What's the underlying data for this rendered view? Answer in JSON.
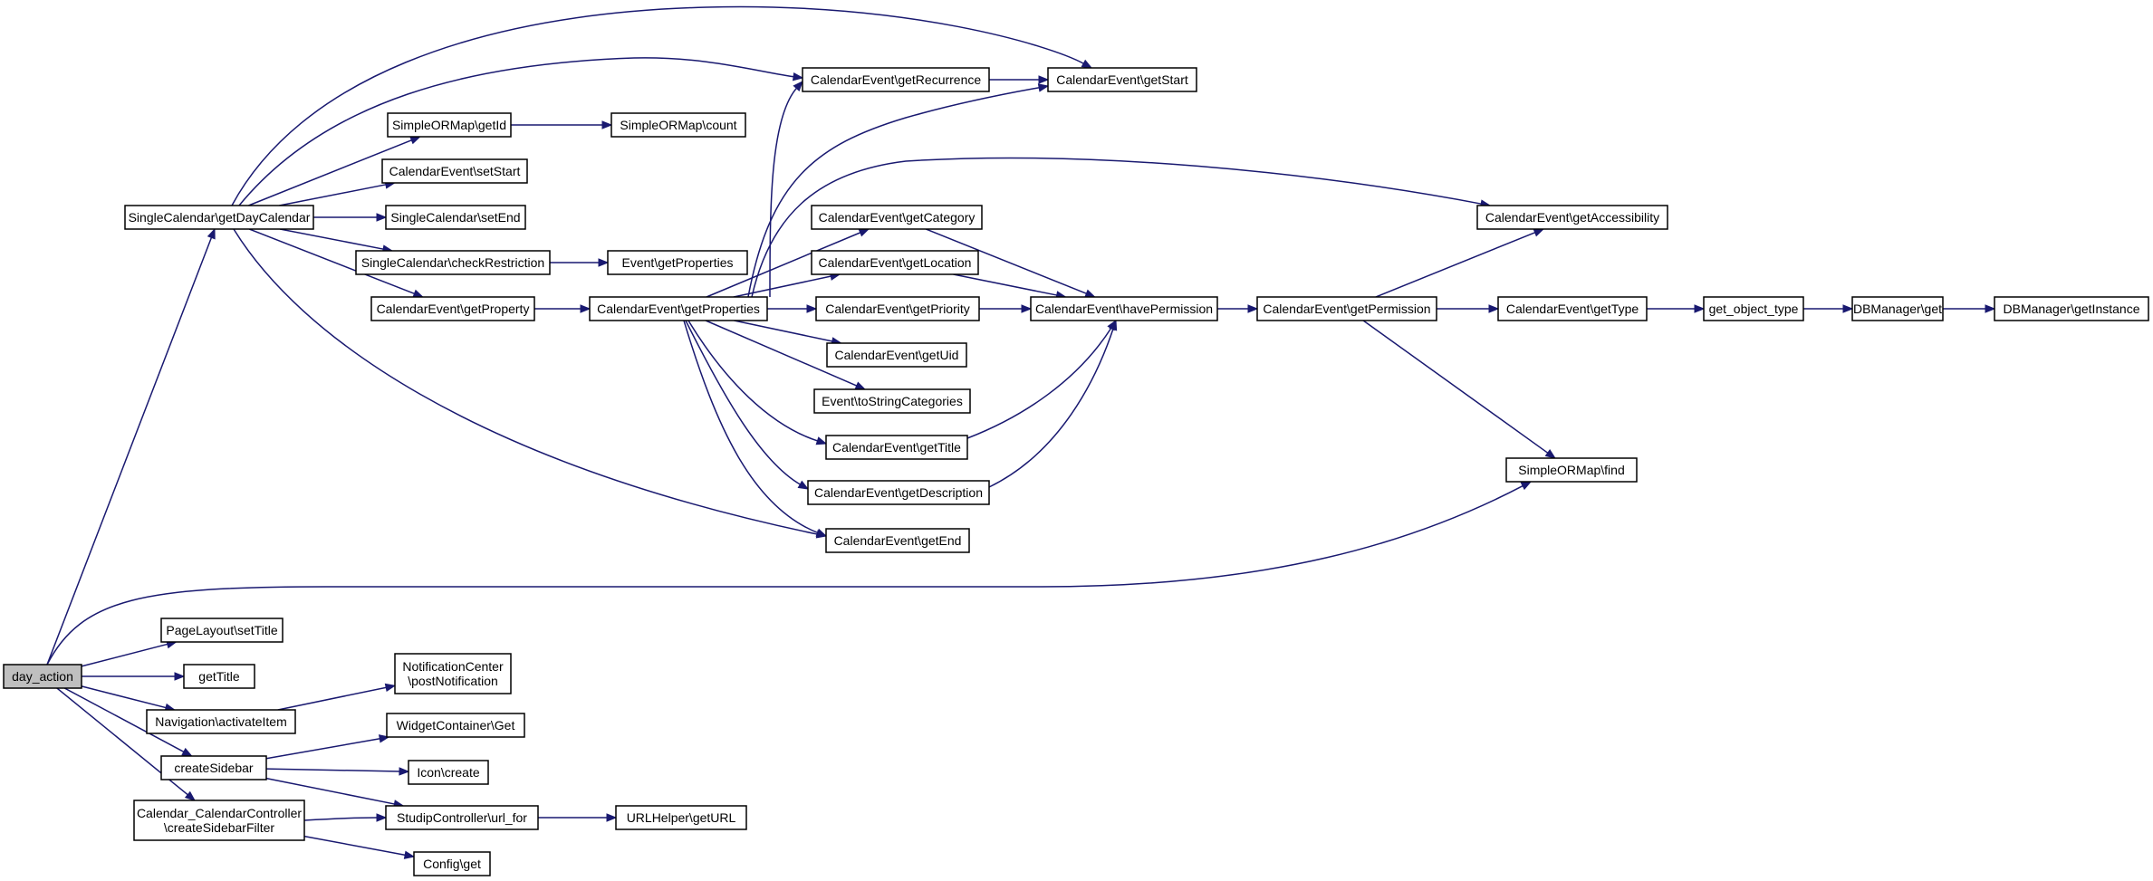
{
  "graph": {
    "nodes": [
      {
        "id": "day_action",
        "lines": [
          "day_action"
        ],
        "root": true
      },
      {
        "id": "getDayCalendar",
        "lines": [
          "SingleCalendar\\getDayCalendar"
        ]
      },
      {
        "id": "setTitle",
        "lines": [
          "PageLayout\\setTitle"
        ]
      },
      {
        "id": "getTitleG",
        "lines": [
          "getTitle"
        ]
      },
      {
        "id": "activateItem",
        "lines": [
          "Navigation\\activateItem"
        ]
      },
      {
        "id": "createSidebar",
        "lines": [
          "createSidebar"
        ]
      },
      {
        "id": "createSidebarFilter",
        "lines": [
          "Calendar_CalendarController",
          "\\createSidebarFilter"
        ]
      },
      {
        "id": "smGetId",
        "lines": [
          "SimpleORMap\\getId"
        ]
      },
      {
        "id": "ceSetStart",
        "lines": [
          "CalendarEvent\\setStart"
        ]
      },
      {
        "id": "scSetEnd",
        "lines": [
          "SingleCalendar\\setEnd"
        ]
      },
      {
        "id": "checkRestriction",
        "lines": [
          "SingleCalendar\\checkRestriction"
        ]
      },
      {
        "id": "getProperty",
        "lines": [
          "CalendarEvent\\getProperty"
        ]
      },
      {
        "id": "postNotification",
        "lines": [
          "NotificationCenter",
          "\\postNotification"
        ]
      },
      {
        "id": "widgetGet",
        "lines": [
          "WidgetContainer\\Get"
        ]
      },
      {
        "id": "iconCreate",
        "lines": [
          "Icon\\create"
        ]
      },
      {
        "id": "urlFor",
        "lines": [
          "StudipController\\url_for"
        ]
      },
      {
        "id": "configGet",
        "lines": [
          "Config\\get"
        ]
      },
      {
        "id": "smCount",
        "lines": [
          "SimpleORMap\\count"
        ]
      },
      {
        "id": "evGetProperties",
        "lines": [
          "Event\\getProperties"
        ]
      },
      {
        "id": "ceGetProperties",
        "lines": [
          "CalendarEvent\\getProperties"
        ]
      },
      {
        "id": "getURL",
        "lines": [
          "URLHelper\\getURL"
        ]
      },
      {
        "id": "getRecurrence",
        "lines": [
          "CalendarEvent\\getRecurrence"
        ]
      },
      {
        "id": "getCategory",
        "lines": [
          "CalendarEvent\\getCategory"
        ]
      },
      {
        "id": "getLocation",
        "lines": [
          "CalendarEvent\\getLocation"
        ]
      },
      {
        "id": "getPriority",
        "lines": [
          "CalendarEvent\\getPriority"
        ]
      },
      {
        "id": "getUid",
        "lines": [
          "CalendarEvent\\getUid"
        ]
      },
      {
        "id": "toStringCategories",
        "lines": [
          "Event\\toStringCategories"
        ]
      },
      {
        "id": "ceGetTitle",
        "lines": [
          "CalendarEvent\\getTitle"
        ]
      },
      {
        "id": "getDescription",
        "lines": [
          "CalendarEvent\\getDescription"
        ]
      },
      {
        "id": "getEnd",
        "lines": [
          "CalendarEvent\\getEnd"
        ]
      },
      {
        "id": "getStart",
        "lines": [
          "CalendarEvent\\getStart"
        ]
      },
      {
        "id": "havePermission",
        "lines": [
          "CalendarEvent\\havePermission"
        ]
      },
      {
        "id": "getPermission",
        "lines": [
          "CalendarEvent\\getPermission"
        ]
      },
      {
        "id": "getAccessibility",
        "lines": [
          "CalendarEvent\\getAccessibility"
        ]
      },
      {
        "id": "getType",
        "lines": [
          "CalendarEvent\\getType"
        ]
      },
      {
        "id": "smFind",
        "lines": [
          "SimpleORMap\\find"
        ]
      },
      {
        "id": "getObjectType",
        "lines": [
          "get_object_type"
        ]
      },
      {
        "id": "dbGet",
        "lines": [
          "DBManager\\get"
        ]
      },
      {
        "id": "dbGetInstance",
        "lines": [
          "DBManager\\getInstance"
        ]
      }
    ],
    "edges": [
      [
        "day_action",
        "getDayCalendar"
      ],
      [
        "day_action",
        "smFind"
      ],
      [
        "day_action",
        "setTitle"
      ],
      [
        "day_action",
        "getTitleG"
      ],
      [
        "day_action",
        "activateItem"
      ],
      [
        "day_action",
        "createSidebar"
      ],
      [
        "day_action",
        "createSidebarFilter"
      ],
      [
        "getDayCalendar",
        "getStart"
      ],
      [
        "getDayCalendar",
        "getRecurrence"
      ],
      [
        "getDayCalendar",
        "smGetId"
      ],
      [
        "getDayCalendar",
        "ceSetStart"
      ],
      [
        "getDayCalendar",
        "scSetEnd"
      ],
      [
        "getDayCalendar",
        "checkRestriction"
      ],
      [
        "getDayCalendar",
        "getProperty"
      ],
      [
        "getDayCalendar",
        "getEnd"
      ],
      [
        "smGetId",
        "smCount"
      ],
      [
        "checkRestriction",
        "evGetProperties"
      ],
      [
        "getProperty",
        "ceGetProperties"
      ],
      [
        "ceGetProperties",
        "getRecurrence"
      ],
      [
        "ceGetProperties",
        "getStart"
      ],
      [
        "ceGetProperties",
        "getAccessibility"
      ],
      [
        "ceGetProperties",
        "getCategory"
      ],
      [
        "ceGetProperties",
        "getLocation"
      ],
      [
        "ceGetProperties",
        "getPriority"
      ],
      [
        "ceGetProperties",
        "getUid"
      ],
      [
        "ceGetProperties",
        "toStringCategories"
      ],
      [
        "ceGetProperties",
        "ceGetTitle"
      ],
      [
        "ceGetProperties",
        "getDescription"
      ],
      [
        "ceGetProperties",
        "getEnd"
      ],
      [
        "getRecurrence",
        "getStart"
      ],
      [
        "getCategory",
        "havePermission"
      ],
      [
        "getLocation",
        "havePermission"
      ],
      [
        "getPriority",
        "havePermission"
      ],
      [
        "ceGetTitle",
        "havePermission"
      ],
      [
        "getDescription",
        "havePermission"
      ],
      [
        "havePermission",
        "getPermission"
      ],
      [
        "getPermission",
        "getAccessibility"
      ],
      [
        "getPermission",
        "getType"
      ],
      [
        "getPermission",
        "smFind"
      ],
      [
        "getType",
        "getObjectType"
      ],
      [
        "getObjectType",
        "dbGet"
      ],
      [
        "dbGet",
        "dbGetInstance"
      ],
      [
        "activateItem",
        "postNotification"
      ],
      [
        "createSidebar",
        "widgetGet"
      ],
      [
        "createSidebar",
        "iconCreate"
      ],
      [
        "createSidebar",
        "urlFor"
      ],
      [
        "createSidebarFilter",
        "urlFor"
      ],
      [
        "createSidebarFilter",
        "configGet"
      ],
      [
        "urlFor",
        "getURL"
      ]
    ]
  }
}
